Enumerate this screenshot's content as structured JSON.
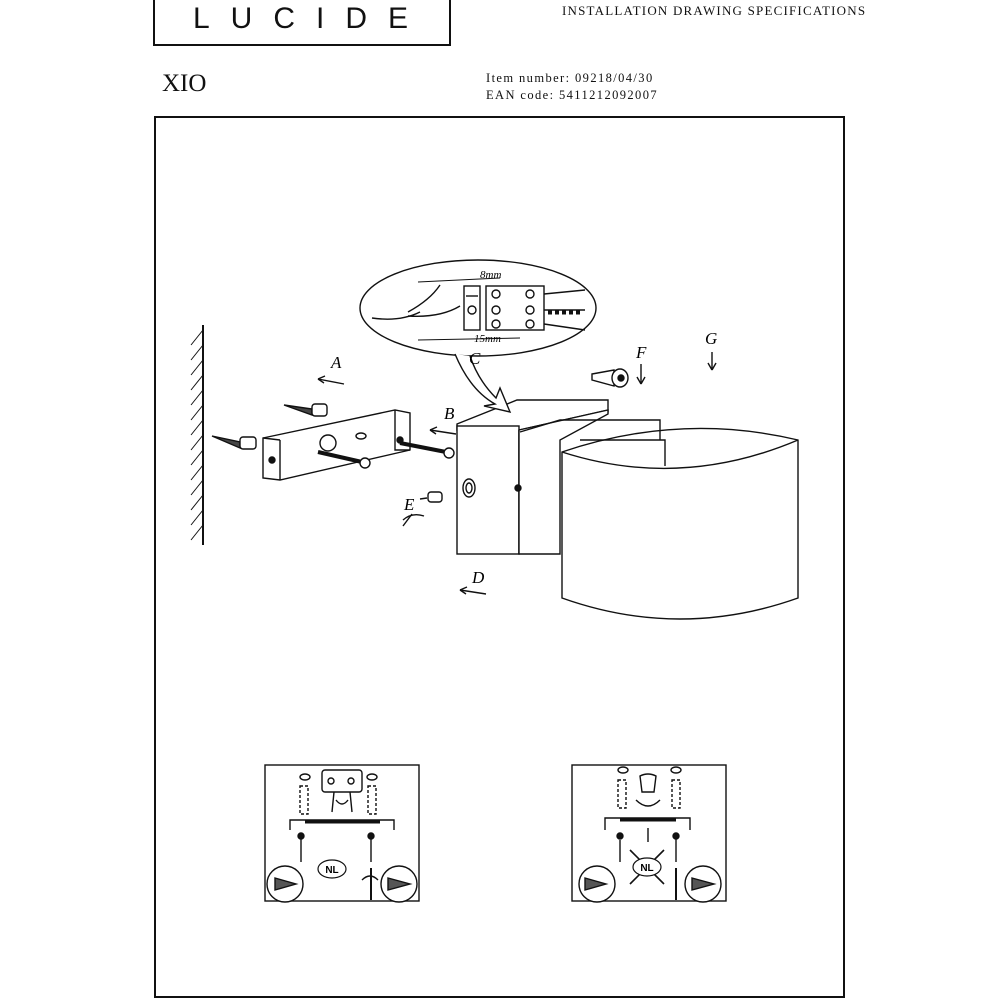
{
  "brand": {
    "logo_text": "LUCIDE"
  },
  "header": {
    "title": "INSTALLATION DRAWING SPECIFICATIONS"
  },
  "product": {
    "name": "XIO",
    "item_number_line": "Item number: 09218/04/30",
    "ean_line": "EAN code: 5411212092007"
  },
  "diagram": {
    "labels": {
      "a": "A",
      "b": "B",
      "c": "C",
      "d": "D",
      "e": "E",
      "f": "F",
      "g": "G"
    },
    "detail": {
      "strip_length": "8mm",
      "insulation_length": "15mm"
    }
  },
  "panels": {
    "left": {
      "badge": "NL"
    },
    "right": {
      "badge": "NL"
    }
  }
}
